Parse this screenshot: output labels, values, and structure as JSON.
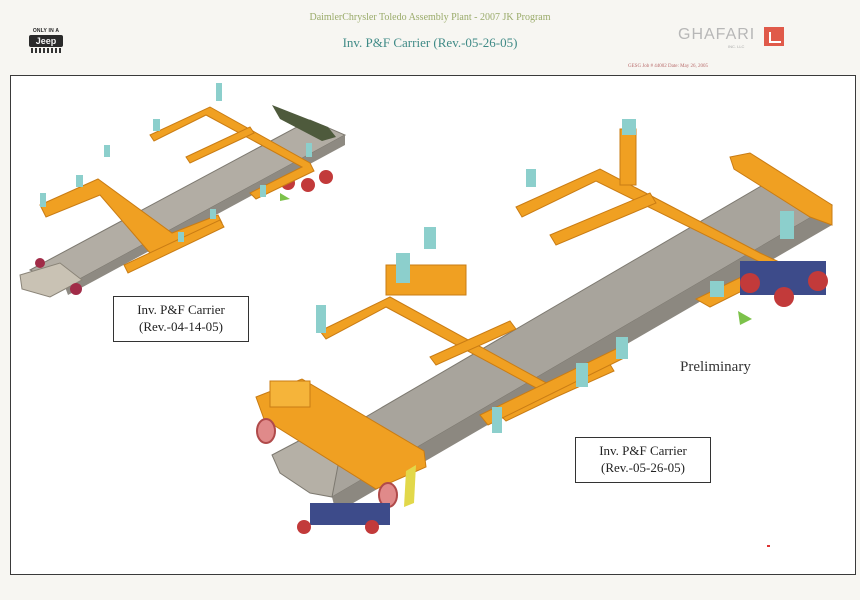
{
  "header": {
    "logo_top": "ONLY IN A",
    "logo_brand": "Jeep",
    "plant_title": "DaimlerChrysler Toledo Assembly Plant - 2007 JK Program",
    "carrier_title": "Inv. P&F Carrier (Rev.-05-26-05)",
    "company_name": "GHAFARI",
    "company_sub": "INC. LLC",
    "job_line": "GESG Job # 44002   Date: May 26, 2005"
  },
  "drawing": {
    "callout_old": {
      "line1": "Inv. P&F Carrier",
      "line2": "(Rev.-04-14-05)"
    },
    "callout_new": {
      "line1": "Inv. P&F Carrier",
      "line2": "(Rev.-05-26-05)"
    },
    "preliminary_label": "Preliminary"
  },
  "colors": {
    "frame_orange": "#f0a022",
    "frame_orange_dark": "#c97c14",
    "beam_gray": "#a8a49c",
    "clamp_teal": "#8ccfcc",
    "wheel_red": "#c23a3a",
    "bogie_blue": "#3d4b8a",
    "title_teal": "#3f8a86"
  }
}
